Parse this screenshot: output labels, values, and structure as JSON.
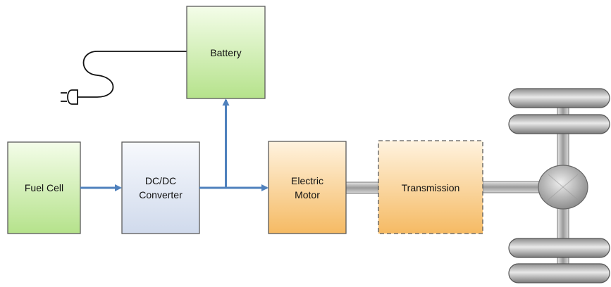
{
  "blocks": {
    "battery": {
      "label": "Battery"
    },
    "fuel_cell": {
      "label": "Fuel Cell"
    },
    "converter": {
      "lines": [
        "DC/DC",
        "Converter"
      ]
    },
    "motor": {
      "lines": [
        "Electric",
        "Motor"
      ]
    },
    "transmission": {
      "label": "Transmission"
    }
  },
  "colors": {
    "arrow": "#4f81bd",
    "green_light": "#f4fde9",
    "green_dark": "#b5e28b",
    "blue_light": "#f6f8fc",
    "blue_dark": "#d0daec",
    "orange_light": "#fff3df",
    "orange_dark": "#f5ba63",
    "metal": "#b8b8b8"
  }
}
